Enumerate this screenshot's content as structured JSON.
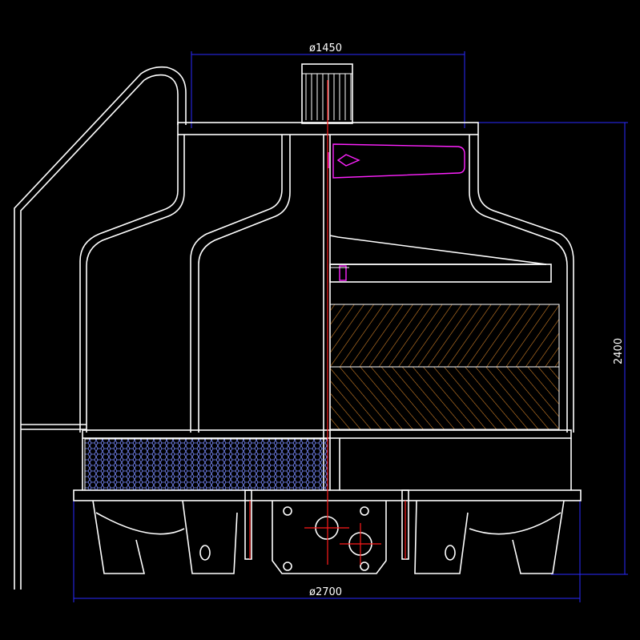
{
  "dimensions": {
    "top_diameter": "ø1450",
    "bottom_diameter": "ø2700",
    "height": "2400"
  },
  "colors": {
    "background": "#000000",
    "outline": "#ffffff",
    "dimension": "#2a2aff",
    "centerline": "#ff1a1a",
    "motor_detail": "#ff22ff",
    "fill_media": "#e08a2a",
    "air_inlet_screen": "#7a8cff"
  }
}
